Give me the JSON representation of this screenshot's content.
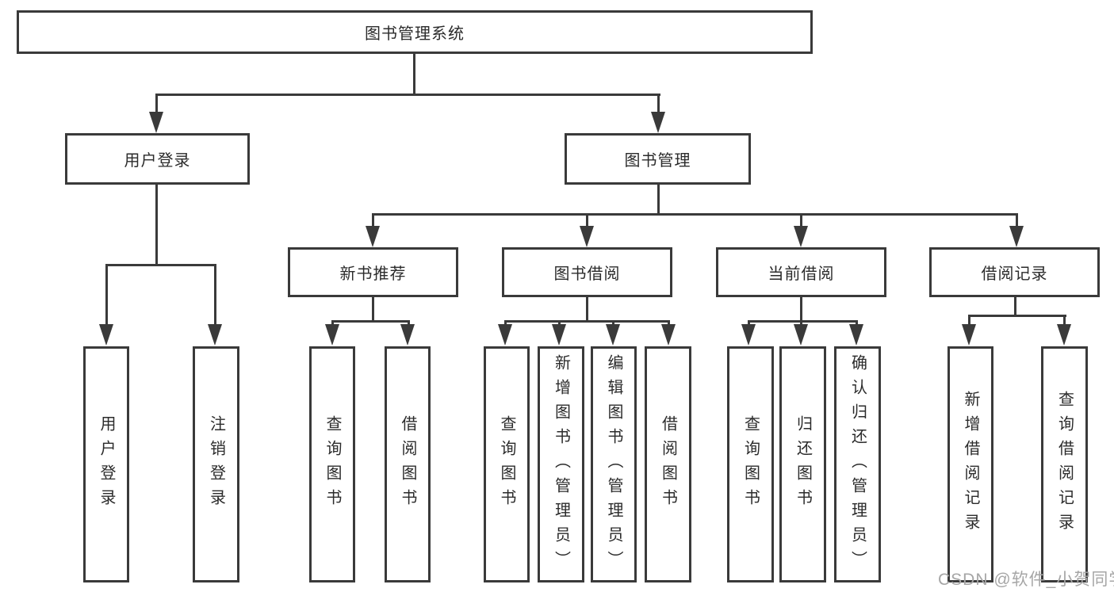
{
  "tree": {
    "root": "图书管理系统",
    "level2": {
      "user_login": "用户登录",
      "book_management": "图书管理"
    },
    "user_login_children": [
      "用户登录",
      "注销登录"
    ],
    "book_management_children": [
      "新书推荐",
      "图书借阅",
      "当前借阅",
      "借阅记录"
    ],
    "new_book_children": [
      "查询图书",
      "借阅图书"
    ],
    "book_borrow_children": [
      "查询图书",
      "新增图书（管理员）",
      "编辑图书（管理员）",
      "借阅图书"
    ],
    "current_borrow_children": [
      "查询图书",
      "归还图书",
      "确认归还（管理员）"
    ],
    "borrow_record_children": [
      "新增借阅记录",
      "查询借阅记录"
    ]
  },
  "watermark": "CSDN @软件_小贺同学",
  "colors": {
    "line": "#3a3a3a",
    "text": "#2b2b2b",
    "background": "#ffffff",
    "watermark": "#a6a6a6"
  }
}
